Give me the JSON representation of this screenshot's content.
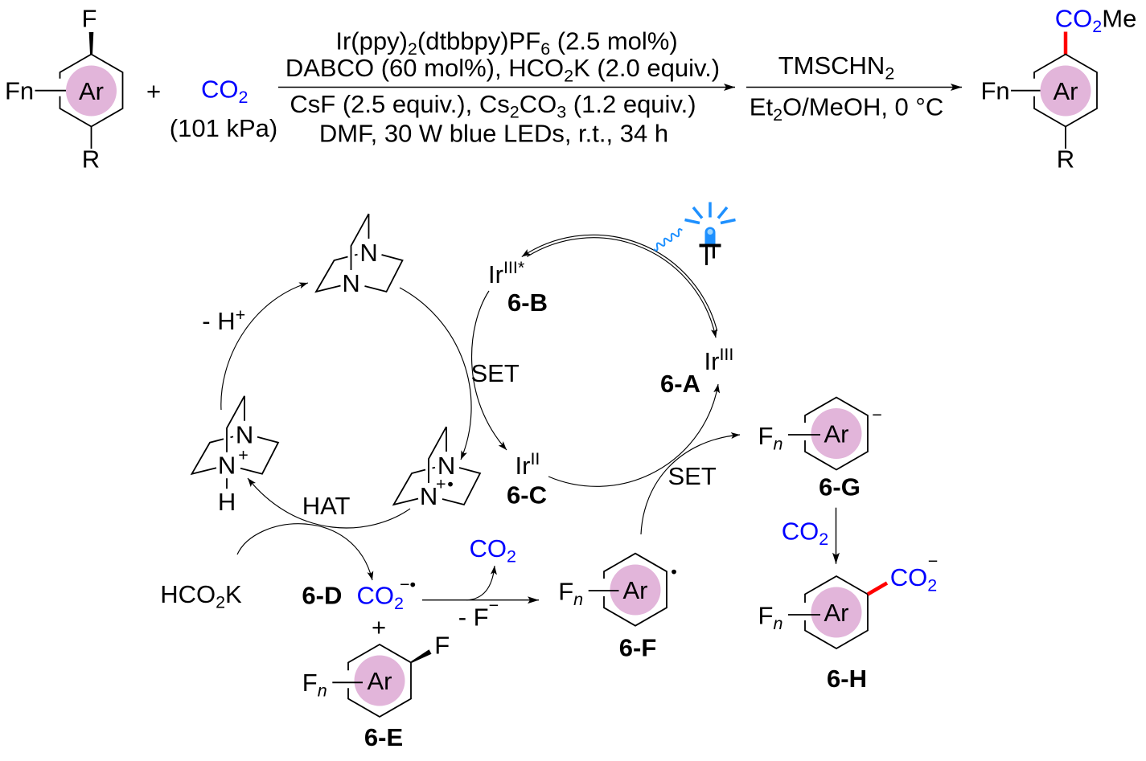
{
  "scheme": {
    "reaction": {
      "substrate": {
        "leaving_group": "F",
        "substituent": "Fn",
        "ring_label": "Ar",
        "para_group": "R"
      },
      "plus": "+",
      "co2": {
        "formula": [
          "CO",
          "2"
        ],
        "pressure": "(101 kPa)"
      },
      "step1": {
        "above": [
          [
            "Ir(ppy)",
            "2",
            "(dtbbpy)PF",
            "6",
            " (2.5 mol%)"
          ],
          [
            "DABCO (60 mol%), HCO",
            "2",
            "K (2.0 equiv.)"
          ]
        ],
        "below": [
          [
            "CsF (2.5 equiv.), Cs",
            "2",
            "CO",
            "3",
            " (1.2 equiv.)"
          ],
          [
            "DMF, 30 W blue LEDs, r.t., 34 h"
          ]
        ]
      },
      "step2": {
        "above": [
          "TMSCHN",
          "2"
        ],
        "below": [
          "Et",
          "2",
          "O/MeOH, 0 °C"
        ]
      },
      "product": {
        "ester_group": [
          "CO",
          "2",
          "Me"
        ],
        "substituent": "Fn",
        "ring_label": "Ar",
        "para_group": "R"
      }
    },
    "mechanism": {
      "dabco": {
        "atoms": [
          "N",
          "N"
        ]
      },
      "dabco_protonated": {
        "atoms": [
          "N",
          "N"
        ],
        "charge": "+",
        "hydrogen": "H"
      },
      "dabco_radical_cation": {
        "atoms": [
          "N",
          "N"
        ],
        "charge": "+",
        "radical": "•"
      },
      "deprotonation": [
        "- H",
        "+"
      ],
      "set_dabco": "SET",
      "set_aryl": "SET",
      "hat": "HAT",
      "iridium": {
        "ground": {
          "label": "6-A",
          "metal": "Ir",
          "oxidation_state": "III"
        },
        "excited": {
          "label": "6-B",
          "metal": "Ir",
          "oxidation_state": "III*"
        },
        "reduced": {
          "label": "6-C",
          "metal": "Ir",
          "oxidation_state": "II"
        }
      },
      "light": {
        "icon": "blue-led-icon",
        "wave": "photon-wave-icon"
      },
      "formate": [
        "HCO",
        "2",
        "K"
      ],
      "co2_radical_anion": {
        "label": "6-D",
        "formula": [
          "CO",
          "2"
        ],
        "charge": "−•"
      },
      "plus": "+",
      "aryl_fluoride": {
        "label": "6-E",
        "leaving_group": "F",
        "substituent": [
          "F",
          "n"
        ],
        "ring_label": "Ar"
      },
      "released_co2": [
        "CO",
        "2"
      ],
      "fluoride_loss": [
        "- F",
        "−"
      ],
      "aryl_radical": {
        "label": "6-F",
        "substituent": [
          "F",
          "n"
        ],
        "ring_label": "Ar",
        "radical": "•"
      },
      "aryl_anion": {
        "label": "6-G",
        "substituent": [
          "F",
          "n"
        ],
        "ring_label": "Ar",
        "charge": "−"
      },
      "carboxylation_reagent": [
        "CO",
        "2"
      ],
      "aryl_carboxylate": {
        "label": "6-H",
        "substituent": [
          "F",
          "n"
        ],
        "ring_label": "Ar",
        "group": [
          "CO",
          "2"
        ],
        "charge": "−"
      }
    }
  },
  "colors": {
    "co2_text": "#0000FF",
    "new_bond": "#FF0000",
    "aryl_ring": "#E2B5DA",
    "led": "#1E90FF",
    "ink": "#000000"
  }
}
